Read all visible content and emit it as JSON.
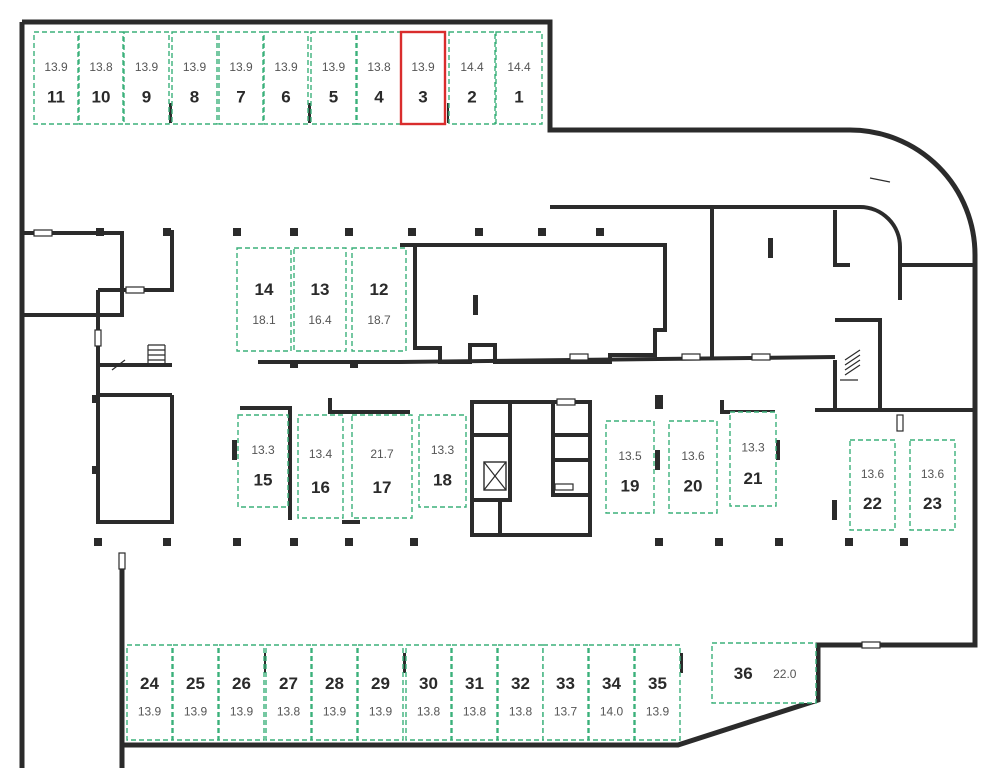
{
  "colors": {
    "wall": "#2b2b2b",
    "space_border": "#3bb07a",
    "selected_border": "#d92d2d",
    "text": "#2a2a2a"
  },
  "selected_space": "3",
  "spaces": [
    {
      "num": "11",
      "area": "13.9"
    },
    {
      "num": "10",
      "area": "13.8"
    },
    {
      "num": "9",
      "area": "13.9"
    },
    {
      "num": "8",
      "area": "13.9"
    },
    {
      "num": "7",
      "area": "13.9"
    },
    {
      "num": "6",
      "area": "13.9"
    },
    {
      "num": "5",
      "area": "13.9"
    },
    {
      "num": "4",
      "area": "13.8"
    },
    {
      "num": "3",
      "area": "13.9"
    },
    {
      "num": "2",
      "area": "14.4"
    },
    {
      "num": "1",
      "area": "14.4"
    },
    {
      "num": "14",
      "area": "18.1"
    },
    {
      "num": "13",
      "area": "16.4"
    },
    {
      "num": "12",
      "area": "18.7"
    },
    {
      "num": "15",
      "area": "13.3"
    },
    {
      "num": "16",
      "area": "13.4"
    },
    {
      "num": "17",
      "area": "21.7"
    },
    {
      "num": "18",
      "area": "13.3"
    },
    {
      "num": "19",
      "area": "13.5"
    },
    {
      "num": "20",
      "area": "13.6"
    },
    {
      "num": "21",
      "area": "13.3"
    },
    {
      "num": "22",
      "area": "13.6"
    },
    {
      "num": "23",
      "area": "13.6"
    },
    {
      "num": "24",
      "area": "13.9"
    },
    {
      "num": "25",
      "area": "13.9"
    },
    {
      "num": "26",
      "area": "13.9"
    },
    {
      "num": "27",
      "area": "13.8"
    },
    {
      "num": "28",
      "area": "13.9"
    },
    {
      "num": "29",
      "area": "13.9"
    },
    {
      "num": "30",
      "area": "13.8"
    },
    {
      "num": "31",
      "area": "13.8"
    },
    {
      "num": "32",
      "area": "13.8"
    },
    {
      "num": "33",
      "area": "13.7"
    },
    {
      "num": "34",
      "area": "14.0"
    },
    {
      "num": "35",
      "area": "13.9"
    },
    {
      "num": "36",
      "area": "22.0"
    }
  ]
}
